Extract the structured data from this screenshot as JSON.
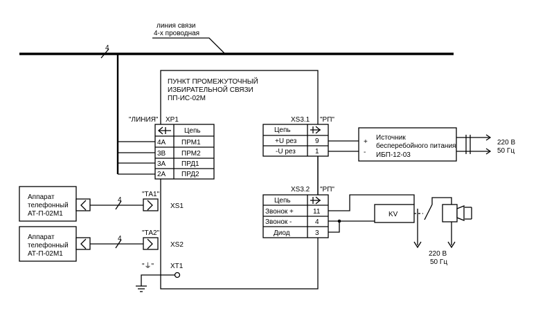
{
  "comm_line": {
    "label_line1": "линия связи",
    "label_line2": "4-х проводная",
    "wire_count": "4"
  },
  "main_unit": {
    "title_line1": "ПУНКТ ПРОМЕЖУТОЧНЫЙ",
    "title_line2": "ИЗБИРАТЕЛЬНОЙ СВЯЗИ",
    "title_line3": "ПП-ИС-02М"
  },
  "xp1": {
    "quoted_label": "\"ЛИНИЯ\"",
    "designator": "ХР1",
    "circuit_header": "Цепь",
    "rows": [
      {
        "pin": "4А",
        "circuit": "ПРМ1"
      },
      {
        "pin": "3В",
        "circuit": "ПРМ2"
      },
      {
        "pin": "3А",
        "circuit": "ПРД1"
      },
      {
        "pin": "2А",
        "circuit": "ПРД2"
      }
    ]
  },
  "xs31": {
    "designator": "XS3.1",
    "quoted_label": "\"РП\"",
    "circuit_header": "Цепь",
    "rows": [
      {
        "circuit": "+U рез",
        "pin": "9"
      },
      {
        "circuit": "-U рез",
        "pin": "1"
      }
    ]
  },
  "ups": {
    "line1": "Источник",
    "line2": "бесперебойного питания",
    "line3": "ИБП-12-03",
    "plus": "+",
    "minus": "-",
    "mains_line1": "220 В",
    "mains_line2": "50 Гц"
  },
  "xs32": {
    "designator": "XS3.2",
    "quoted_label": "\"РП\"",
    "circuit_header": "Цепь",
    "rows": [
      {
        "circuit": "Звонок +",
        "pin": "11"
      },
      {
        "circuit": "Звонок -",
        "pin": "4"
      },
      {
        "circuit": "Диод",
        "pin": "3"
      }
    ]
  },
  "relay": {
    "label": "KV",
    "mains_line1": "220 В",
    "mains_line2": "50 Гц"
  },
  "phones": [
    {
      "line1": "Аппарат",
      "line2": "телефонный",
      "line3": "АТ-П-02М1",
      "wire_count": "4",
      "jack_label": "\"ТА1\"",
      "socket": "XS1"
    },
    {
      "line1": "Аппарат",
      "line2": "телефонный",
      "line3": "АТ-П-02М1",
      "wire_count": "4",
      "jack_label": "\"ТА2\"",
      "socket": "XS2"
    }
  ],
  "ground": {
    "designator": "XT1",
    "symbol": "\"⏚\""
  }
}
